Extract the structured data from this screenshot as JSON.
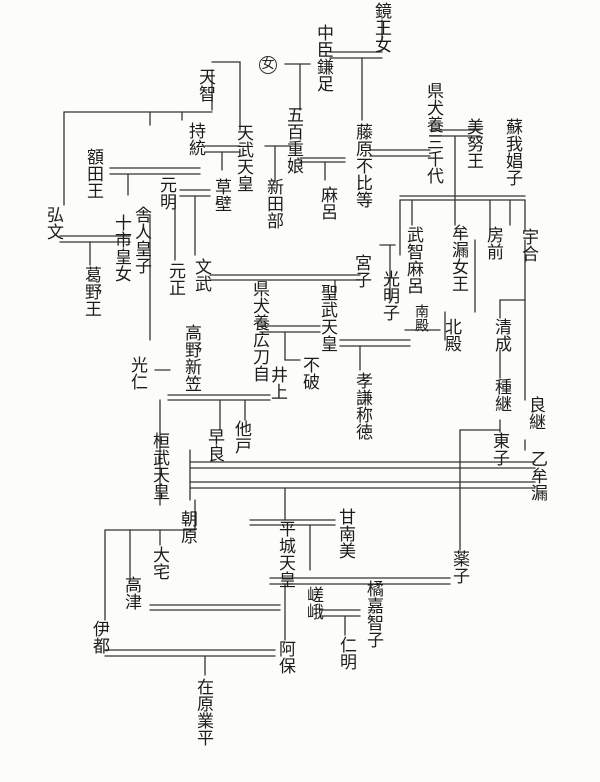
{
  "marks": {
    "female": "女"
  },
  "names": {
    "kagami": "鏡王女",
    "kamatari": "中臣鎌足",
    "tenchi": "天智",
    "ioe": "五百重娘",
    "fuhito": "藤原不比等",
    "michiyo": "県犬養三千代",
    "mino": "美努王",
    "soga": "蘇我娼子",
    "jito": "持統",
    "temmu": "天武天皇",
    "nuka": "額田王",
    "kusakabe": "草壁",
    "niitabe": "新田部",
    "maro": "麻呂",
    "kobun": "弘文",
    "genmei": "元明",
    "toichi": "十市皇女",
    "toneri": "舎人皇子",
    "muro": "牟漏女王",
    "takechi": "武智麻呂",
    "fusasaki": "房前",
    "umakai": "宇合",
    "kazurano": "葛野王",
    "gensho": "元正",
    "monmu": "文武",
    "miyako": "宮子",
    "komyo": "光明子",
    "nangi": "南殿",
    "hirotoji": "県犬養広刀自",
    "shomu": "聖武天皇",
    "hokke": "北殿",
    "kiyonari": "清成",
    "takano": "高野新笠",
    "konin": "光仁",
    "inoue": "井上",
    "fuwa": "不破",
    "koken": "孝謙称徳",
    "tanetsugu": "種継",
    "yoshitsugu": "良継",
    "hayabusa": "他戸",
    "sawara": "早良",
    "kammu": "桓武天皇",
    "otomuro": "乙牟漏",
    "azumamaro": "東子",
    "asahara": "朝原",
    "heizei": "平城天皇",
    "kanabi": "甘南美",
    "kusuko": "薬子",
    "ote": "大宅",
    "takatsu": "高津",
    "tachibana": "橘嘉智子",
    "saga": "嵯峨",
    "iyo": "伊都",
    "abo": "阿保",
    "nimmyo": "仁明",
    "narihira": "在原業平"
  }
}
